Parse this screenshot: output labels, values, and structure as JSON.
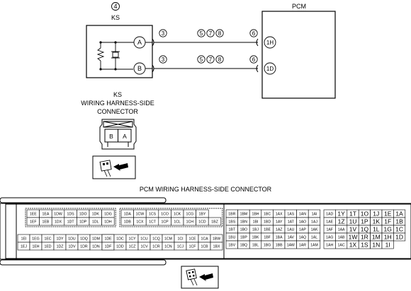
{
  "ks": {
    "number": "4",
    "name": "KS",
    "pins": [
      "A",
      "B"
    ],
    "pin_callouts": [
      "3",
      "3"
    ]
  },
  "pcm": {
    "name": "PCM",
    "pins": [
      "1H",
      "1D"
    ],
    "pin_callouts": [
      "6",
      "6"
    ]
  },
  "wire_callouts": [
    [
      "5",
      "7",
      "8"
    ],
    [
      "5",
      "7",
      "8"
    ]
  ],
  "ks_connector": {
    "title": [
      "KS",
      "WIRING HARNESS-SIDE",
      "CONNECTOR"
    ],
    "terminals": [
      "B",
      "A"
    ]
  },
  "pcm_connector": {
    "title": "PCM WIRING HARNESS-SIDE CONNECTOR",
    "block1": [
      [
        "1EE",
        "1EA",
        "1DW",
        "1DS",
        "1DO",
        "1DK",
        "1DG"
      ],
      [
        "1EF",
        "1EB",
        "1DX",
        "1DT",
        "1DP",
        "1DL",
        "1DH"
      ]
    ],
    "block2": [
      [
        "1DA",
        "1CW",
        "1CS",
        "1CO",
        "1CK",
        "1CG",
        "1BY"
      ],
      [
        "1DB",
        "1CX",
        "1CT",
        "1CP",
        "1CL",
        "1CH",
        "1CD",
        "1BZ"
      ]
    ],
    "block3": [
      [
        "1EI",
        "1EG",
        "1EC",
        "1DY",
        "1DU",
        "1DQ",
        "1DM",
        "1DI"
      ],
      [
        "1EJ",
        "1EH",
        "1ED",
        "1DZ",
        "1DV",
        "1DR",
        "1DN",
        "1DJ"
      ]
    ],
    "block4": [
      [
        "1DE",
        "1DC",
        "1CY",
        "1CU",
        "1CQ",
        "1CM",
        "1CI",
        "1CE",
        "1CA",
        "1BW"
      ],
      [
        "1DF",
        "1DD",
        "1CZ",
        "1CV",
        "1CR",
        "1CN",
        "1CJ",
        "1CF",
        "1CB",
        "1BX"
      ]
    ],
    "block5": [
      [
        "1BR",
        "1BM",
        "1BH",
        "1BC",
        "1AX",
        "1AS",
        "1AN",
        "1AI"
      ],
      [
        "1BS",
        "1BN",
        "1BI",
        "1BD",
        "1AY",
        "1AT",
        "1AO",
        "1AJ"
      ],
      [
        "1BT",
        "1BO",
        "1BJ",
        "1BE",
        "1AZ",
        "1AU",
        "1AP",
        "1AK"
      ],
      [
        "1BU",
        "1BP",
        "1BK",
        "1BF",
        "1BA",
        "1AV",
        "1AQ",
        "1AL"
      ],
      [
        "1BV",
        "1BQ",
        "1BL",
        "1BG",
        "1BB",
        "1AW",
        "1AR",
        "1AM"
      ]
    ],
    "block6": [
      [
        "1AD",
        "1Y",
        "1T",
        "1O",
        "1J",
        "1E",
        "1A"
      ],
      [
        "1AE",
        "1Z",
        "1U",
        "1P",
        "1K",
        "1F",
        "1B"
      ],
      [
        "1AF",
        "1AA",
        "1V",
        "1Q",
        "1L",
        "1G",
        "1C"
      ],
      [
        "1AG",
        "1AB",
        "1W",
        "1R",
        "1M",
        "1H",
        "1D"
      ],
      [
        "1AH",
        "1AC",
        "1X",
        "1S",
        "1N",
        "1I"
      ]
    ]
  }
}
